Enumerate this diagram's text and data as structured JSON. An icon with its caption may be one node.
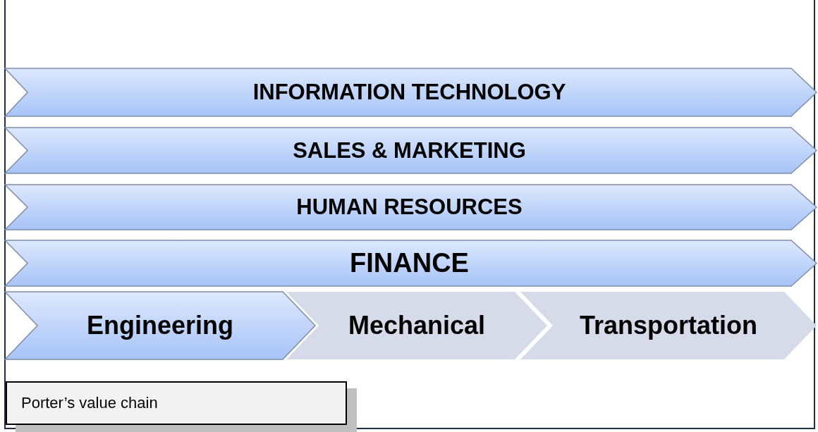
{
  "diagram": {
    "nodes": [
      {
        "text": [
          "INFORMATION TECHNOLOGY"
        ]
      },
      {
        "text": [
          "SALES & MARKETING"
        ]
      },
      {
        "text": [
          "HUMAN RESOURCES"
        ]
      },
      {
        "text": [
          "FINANCE"
        ]
      },
      {
        "text": [
          "Engineering"
        ]
      },
      {
        "text": [
          "Mechanical"
        ]
      },
      {
        "text": [
          "Transportation"
        ]
      },
      {
        "text": [
          "Porter’s value chain"
        ]
      }
    ]
  }
}
